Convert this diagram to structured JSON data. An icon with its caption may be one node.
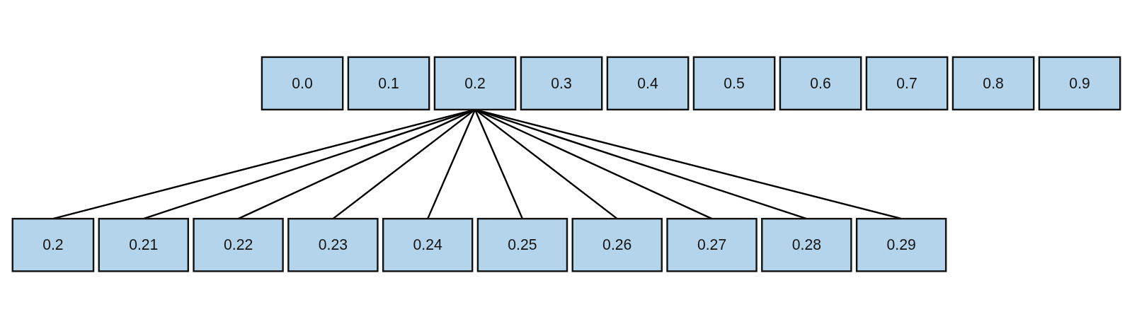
{
  "diagram": {
    "nodes": [
      {
        "text": [
          "0.0"
        ]
      },
      {
        "text": [
          "0.1"
        ]
      },
      {
        "text": [
          "0.2"
        ]
      },
      {
        "text": [
          "0.3"
        ]
      },
      {
        "text": [
          "0.4"
        ]
      },
      {
        "text": [
          "0.5"
        ]
      },
      {
        "text": [
          "0.6"
        ]
      },
      {
        "text": [
          "0.7"
        ]
      },
      {
        "text": [
          "0.8"
        ]
      },
      {
        "text": [
          "0.9"
        ]
      },
      {
        "text": [
          "0.2"
        ]
      },
      {
        "text": [
          "0.21"
        ]
      },
      {
        "text": [
          "0.22"
        ]
      },
      {
        "text": [
          "0.23"
        ]
      },
      {
        "text": [
          "0.24"
        ]
      },
      {
        "text": [
          "0.25"
        ]
      },
      {
        "text": [
          "0.26"
        ]
      },
      {
        "text": [
          "0.27"
        ]
      },
      {
        "text": [
          "0.28"
        ]
      },
      {
        "text": [
          "0.29"
        ]
      }
    ],
    "edges": [
      {
        "from": 2,
        "to": 10,
        "arrow": "none"
      },
      {
        "from": 2,
        "to": 11,
        "arrow": "none"
      },
      {
        "from": 2,
        "to": 12,
        "arrow": "none"
      },
      {
        "from": 2,
        "to": 13,
        "arrow": "none"
      },
      {
        "from": 2,
        "to": 14,
        "arrow": "none"
      },
      {
        "from": 2,
        "to": 15,
        "arrow": "none"
      },
      {
        "from": 2,
        "to": 16,
        "arrow": "none"
      },
      {
        "from": 2,
        "to": 17,
        "arrow": "none"
      },
      {
        "from": 2,
        "to": 18,
        "arrow": "none"
      },
      {
        "from": 2,
        "to": 19,
        "arrow": "none"
      }
    ]
  }
}
